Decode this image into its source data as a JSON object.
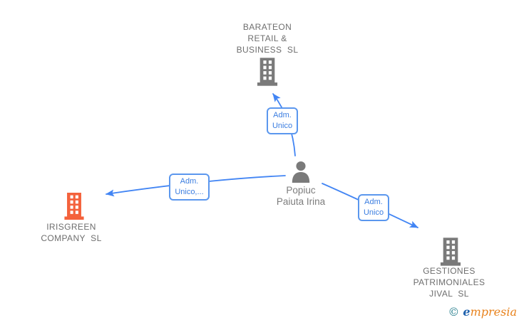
{
  "diagram": {
    "type": "corporate-relationship-graph",
    "person": {
      "name": "Popiuc\nPaiuta Irina"
    },
    "companies": [
      {
        "name": "BARATEON\nRETAIL &\nBUSINESS  SL",
        "icon": "building-icon",
        "color": "#7a7a7a",
        "position": "top"
      },
      {
        "name": "IRISGREEN\nCOMPANY  SL",
        "icon": "building-icon",
        "color": "#f4623c",
        "position": "left"
      },
      {
        "name": "GESTIONES\nPATRIMONIALES\nJIVAL  SL",
        "icon": "building-icon",
        "color": "#7a7a7a",
        "position": "bottom-right"
      }
    ],
    "relations": [
      {
        "from": "Popiuc Paiuta Irina",
        "to": "BARATEON RETAIL & BUSINESS SL",
        "label": "Adm.\nUnico"
      },
      {
        "from": "Popiuc Paiuta Irina",
        "to": "IRISGREEN COMPANY SL",
        "label": "Adm.\nUnico,..."
      },
      {
        "from": "Popiuc Paiuta Irina",
        "to": "GESTIONES PATRIMONIALES JIVAL SL",
        "label": "Adm.\nUnico"
      }
    ],
    "colors": {
      "accent_blue": "#4285f4",
      "icon_gray": "#7a7a7a",
      "text_gray": "#6e6e6e",
      "highlight_orange": "#f4623c"
    }
  },
  "watermark": {
    "copyright": "© ",
    "brand_first": "e",
    "brand_rest": "mpresia"
  }
}
